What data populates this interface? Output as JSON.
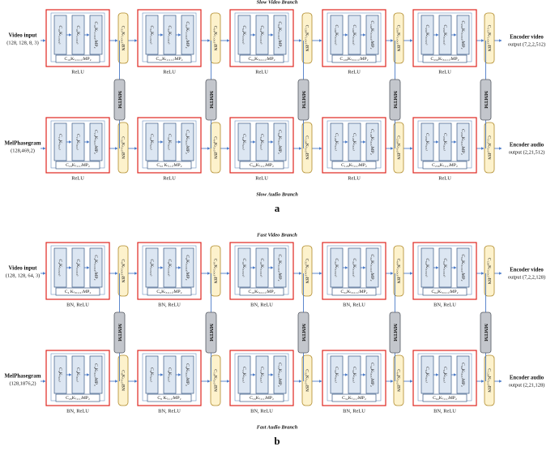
{
  "panels": [
    {
      "branch_top": "Slow Video Branch",
      "branch_bottom": "Slow Audio Branch",
      "panel_label": "a",
      "input_top": {
        "title": "Video input",
        "dims": "(128, 128, 8, 3)"
      },
      "input_bottom": {
        "title": "MelPhasegram",
        "dims": "(128,469,2)"
      },
      "output_top": {
        "title": "Encoder video",
        "dims": "output (7,2,2,512)"
      },
      "output_bottom": {
        "title": "Encoder audio",
        "dims": "output (2,21,512)"
      },
      "mmtm_label": "MMTM",
      "video_stages": [
        {
          "convs": [
            "C₁₆K₍₁,₅,₅₎",
            "C₁₆K₍₁,₃,₃₎",
            "C₁₆K₍₁,₃,₃₎MP₂"
          ],
          "skip": "C₁₆K₍₁,₁,₁₎MP₂",
          "act": "ReLU"
        },
        {
          "convs": [
            "C₃₂K₍₁,₅,₅₎",
            "C₃₂K₍₁,₃,₃₎",
            "C₃₂K₍₁,₃,₃₎MP₂"
          ],
          "skip": "C₃₂K₍₁,₁,₁₎MP₂",
          "act": "ReLU"
        },
        {
          "convs": [
            "C₆₄K₍₃,₅,₅₎",
            "C₆₄K₍₃,₃,₃₎",
            "C₆₄K₍₃,₃,₃₎MP₂"
          ],
          "skip": "C₆₄K₍₃,₁,₁₎MP₂",
          "act": "ReLU"
        },
        {
          "convs": [
            "C₁₂₈K₍₃,₅,₅₎",
            "C₁₂₈K₍₃,₃,₃₎",
            "C₁₂₈K₍₃,₃,₃₎MP₂"
          ],
          "skip": "C₁₂₈K₍₃,₁,₁₎MP₂",
          "act": "ReLU"
        },
        {
          "convs": [
            "C₂₅₆K₍₃,₅,₅₎",
            "C₂₅₆K₍₃,₃,₃₎",
            "C₂₅₆K₍₃,₃,₃₎MP₂"
          ],
          "skip": "C₂₅₆K₍₃,₁,₁₎MP₂",
          "act": "ReLU"
        }
      ],
      "video_bn": [
        "C₃₂K₍₁,₃,₃₎BN",
        "C₆₄K₍₁,₃,₃₎BN",
        "C₁₂₈K₍₁,₃,₃₎BN",
        "C₂₅₆K₍₁,₃,₃₎BN",
        "C₅₁₂K₍₁,₃,₃₎BN"
      ],
      "audio_stages": [
        {
          "convs": [
            "C₁₆K₍₅,₅₎",
            "C₁₆K₍₃,₃₎",
            "C₁₆K₍₃,₃₎MP₂"
          ],
          "skip": "C₁₆K₍₁,₁₎MP₂",
          "act": "ReLU"
        },
        {
          "convs": [
            "C₃₂K₍₅,₅₎",
            "C₃₂K₍₃,₃₎",
            "C₃₂K₍₃,₃₎MP₂"
          ],
          "skip": "C₃₂ K₍₁,₁₎MP₂",
          "act": "ReLU"
        },
        {
          "convs": [
            "C₆₄K₍₅,₅₎",
            "C₆₄K₍₃,₃₎",
            "C₆₄K₍₃,₃₎MP₂"
          ],
          "skip": "C₆₄K₍₁,₁₎MP₂",
          "act": "ReLU"
        },
        {
          "convs": [
            "C₁₂₈K₍₅,₅₎",
            "C₁₂₈K₍₃,₃₎",
            "C₁₂₈K₍₃,₃₎MP₂"
          ],
          "skip": "C₁₂₈K₍₁,₁₎MP₂",
          "act": "ReLU"
        },
        {
          "convs": [
            "C₂₅₆K₍₅,₅₎",
            "C₂₅₆K₍₃,₃₎",
            "C₂₅₆K₍₃,₃₎MP₂"
          ],
          "skip": "C₂₅₆K₍₁,₁₎MP₂",
          "act": "ReLU"
        }
      ],
      "audio_bn": [
        "C₃₂K₍₃,₃₎BN",
        "C₆₄K₍₃,₃₎BN",
        "C₁₂₈K₍₃,₃₎BN",
        "C₂₅₆K₍₃,₃₎BN",
        "C₅₁₂K₍₃,₃₎BN"
      ]
    },
    {
      "branch_top": "Fast Video Branch",
      "branch_bottom": "Fast Audio Branch",
      "panel_label": "b",
      "input_top": {
        "title": "Video input",
        "dims": "(128, 128, 64, 3)"
      },
      "input_bottom": {
        "title": "MelPhasegram",
        "dims": "(128,1876,2)"
      },
      "output_top": {
        "title": "Encoder video",
        "dims": "output (7,2,2,128)"
      },
      "output_bottom": {
        "title": "Encoder audio",
        "dims": "output (2,21,128)"
      },
      "mmtm_label": "MMTM",
      "video_stages": [
        {
          "convs": [
            "C₄K₍₃,₅,₅₎",
            "C₄K₍₃,₃,₃₎",
            "C₄K₍₃,₃,₃₎MP₂"
          ],
          "skip": "C₄ K₍₃,₁,₁₎MP₂",
          "act": "BN, ReLU"
        },
        {
          "convs": [
            "C₈K₍₃,₅,₅₎",
            "C₈K₍₃,₃,₃₎",
            "C₈K₍₃,₃,₃₎MP₂"
          ],
          "skip": "C₈K₍₃,₁,₁₎MP₂",
          "act": "BN, ReLU"
        },
        {
          "convs": [
            "C₁₆K₍₃,₅,₅₎",
            "C₁₆K₍₃,₃,₃₎",
            "C₁₆K₍₃,₃,₃₎MP₂"
          ],
          "skip": "C₁₆K₍₃,₁,₁₎MP₂",
          "act": "BN, ReLU"
        },
        {
          "convs": [
            "C₃₂K₍₃,₅,₅₎",
            "C₃₂K₍₃,₃,₃₎",
            "C₃₂K₍₃,₃,₃₎MP₂"
          ],
          "skip": "C₃₂K₍₃,₁,₁₎MP₂",
          "act": "BN, ReLU"
        },
        {
          "convs": [
            "C₆₄K₍₃,₅,₅₎",
            "C₆₄K₍₃,₃,₃₎",
            "C₆₄K₍₃,₃,₃₎MP₂"
          ],
          "skip": "C₆₄K₍₃,₁,₁₎MP₂",
          "act": "BN, ReLU"
        }
      ],
      "video_bn": [
        "C₈K₍₃,₃,₃₎BN",
        "C₁₆K₍₃,₃,₃₎BN",
        "C₃₂K₍₃,₃,₃₎BN",
        "C₆₄K₍₃,₃,₃₎BN",
        "C₁₂₈K₍₃,₃,₃₎BN"
      ],
      "audio_stages": [
        {
          "convs": [
            "C₄K₍₅,₅₎",
            "C₄K₍₃,₃₎",
            "C₄K₍₃,₃₎MP₂"
          ],
          "skip": "C₂₈K₍₁,₁₎MP₂",
          "act": "BN, ReLU"
        },
        {
          "convs": [
            "C₈K₍₅,₅₎",
            "C₈K₍₃,₃₎",
            "C₈K₍₃,₃₎MP₂"
          ],
          "skip": "C₈ K₍₁,₁₎MP₂",
          "act": "BN, ReLU"
        },
        {
          "convs": [
            "C₁₆K₍₅,₅₎",
            "C₁₆K₍₃,₃₎",
            "C₁₆K₍₃,₃₎MP₂"
          ],
          "skip": "C₁₆K₍₁,₁₎MP₂",
          "act": "BN, ReLU"
        },
        {
          "convs": [
            "C₃₂K₍₅,₅₎",
            "C₃₂K₍₃,₃₎",
            "C₃₂K₍₃,₃₎MP₂"
          ],
          "skip": "C₃₂K₍₁,₁₎MP₂",
          "act": "BN, ReLU"
        },
        {
          "convs": [
            "C₆₄K₍₅,₅₎",
            "C₆₄K₍₃,₃₎",
            "C₆₄K₍₃,₃₎MP₂"
          ],
          "skip": "C₆₄K₍₁,₁₎MP₂",
          "act": "BN, ReLU"
        }
      ],
      "audio_bn": [
        "C₈K₍₃,₃₎BN",
        "C₁₆K₍₃,₃₎BN",
        "C₃₂K₍₃,₃₎BN",
        "C₆₄K₍₃,₃₎BN",
        "C₁₂₈K₍₃,₃₎BN"
      ]
    }
  ],
  "colors": {
    "stage_border": "#e0261f",
    "conv_fill": "#dce6f2",
    "conv_stroke": "#3a5a85",
    "bn_fill": "#fdf2cc",
    "bn_stroke": "#b08a2a",
    "mmtm_fill": "#c3c6cc",
    "mmtm_stroke": "#555a62",
    "arrow": "#4d7cc8"
  }
}
